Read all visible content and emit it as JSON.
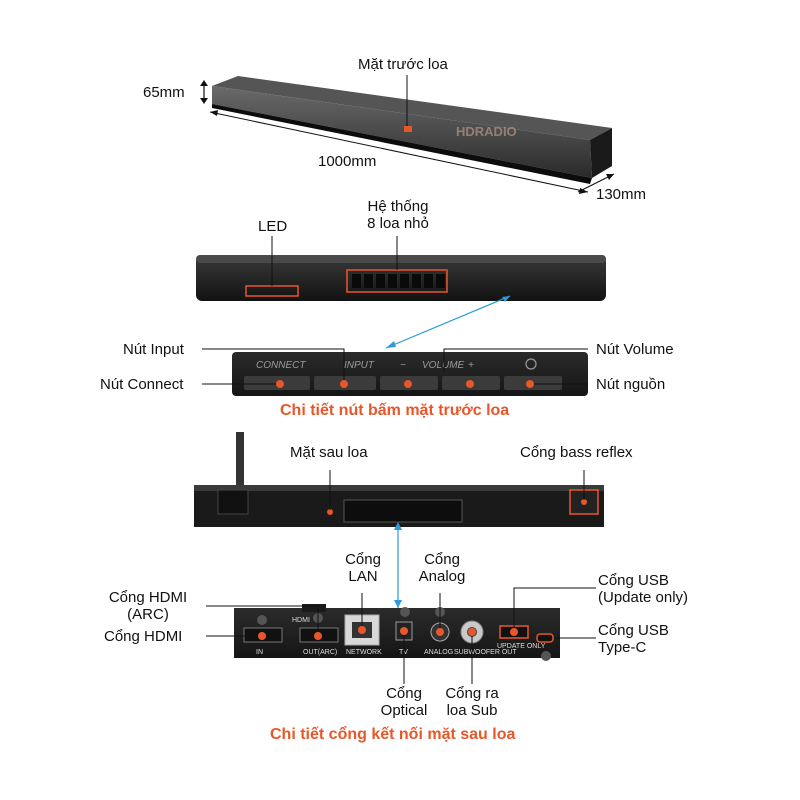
{
  "colors": {
    "accent": "#e8572a",
    "link_line": "#2a9bd8",
    "device": "#1c1c1c"
  },
  "top": {
    "front_label": "Mặt trước loa",
    "height_label": "65mm",
    "width_label": "1000mm",
    "depth_label": "130mm",
    "watermark": "HDRADIO"
  },
  "front": {
    "led_label": "LED",
    "speakers_label_line1": "Hệ thống",
    "speakers_label_line2": "8 loa nhỏ"
  },
  "buttons": {
    "input_label": "Nút Input",
    "connect_label": "Nút Connect",
    "volume_label": "Nút Volume",
    "power_label": "Nút nguồn",
    "panel_connect": "CONNECT",
    "panel_input": "INPUT",
    "panel_volume": "VOLUME",
    "caption": "Chi tiết nút bấm mặt trước loa"
  },
  "rear": {
    "back_label": "Mặt sau loa",
    "bass_label": "Cổng bass reflex"
  },
  "ports": {
    "lan_line1": "Cổng",
    "lan_line2": "LAN",
    "analog_line1": "Cổng",
    "analog_line2": "Analog",
    "usb_line1": "Cổng USB",
    "usb_line2": "(Update only)",
    "hdmi_arc_line1": "Cổng HDMI",
    "hdmi_arc_line2": "(ARC)",
    "hdmi_label": "Cổng HDMI",
    "usbc_line1": "Cổng USB",
    "usbc_line2": "Type-C",
    "optical_line1": "Cổng",
    "optical_line2": "Optical",
    "sub_line1": "Cổng ra",
    "sub_line2": "loa Sub",
    "panel_in": "IN",
    "panel_out": "OUT(ARC)",
    "panel_hdmi": "HDMI",
    "panel_network": "NETWORK",
    "panel_tv": "TV",
    "panel_analog": "ANALOG",
    "panel_sub": "SUBWOOFER OUT",
    "panel_update": "UPDATE ONLY",
    "caption": "Chi tiết cổng kết nối mặt sau loa"
  }
}
